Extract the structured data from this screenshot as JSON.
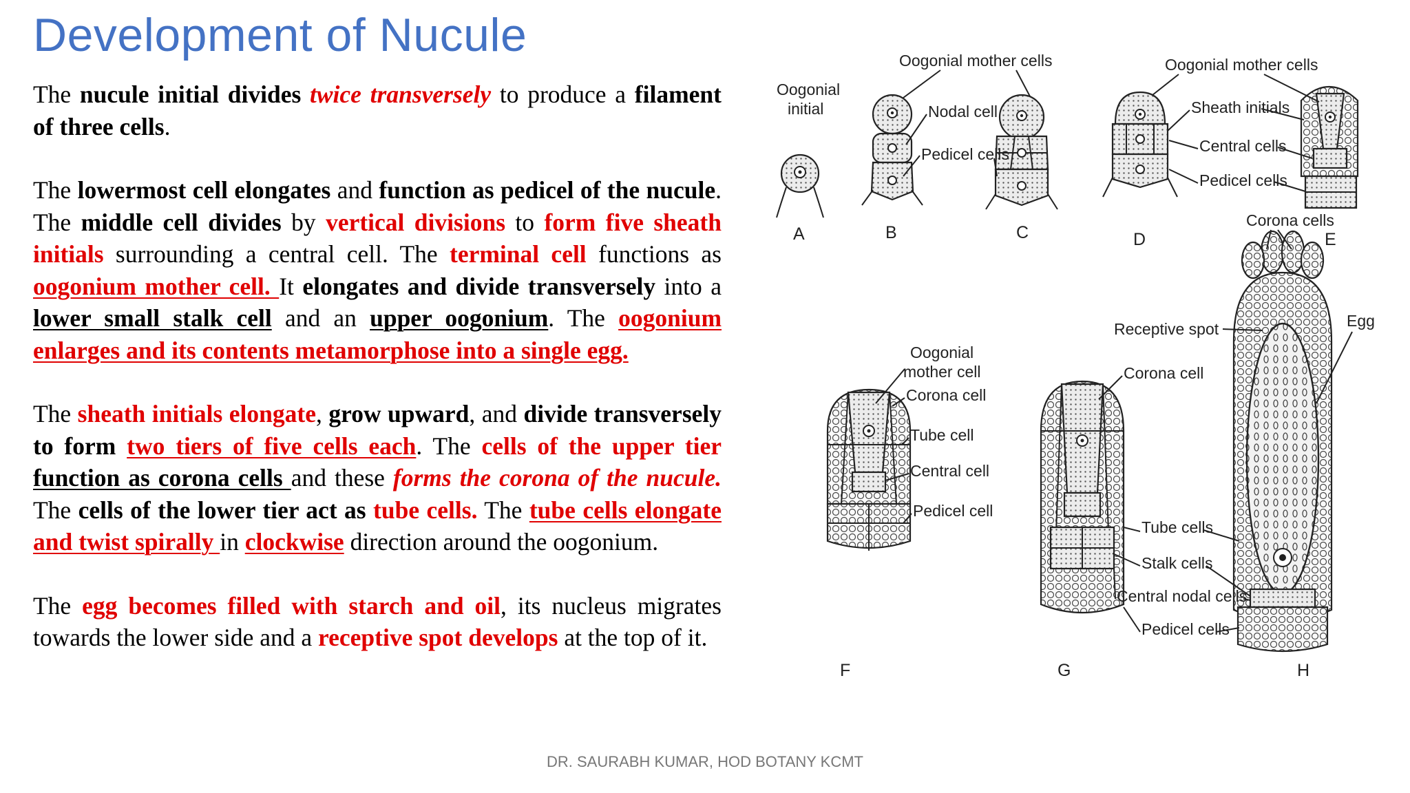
{
  "title": "Development of Nucule",
  "paragraphs": [
    [
      {
        "t": "The ",
        "s": ""
      },
      {
        "t": "nucule initial divides",
        "s": "b"
      },
      {
        "t": " ",
        "s": ""
      },
      {
        "t": "twice transversely",
        "s": "b r i"
      },
      {
        "t": " to produce a ",
        "s": ""
      },
      {
        "t": "filament of three cells",
        "s": "b"
      },
      {
        "t": ".",
        "s": ""
      }
    ],
    [
      {
        "t": "The ",
        "s": ""
      },
      {
        "t": "lowermost cell elongates",
        "s": "b"
      },
      {
        "t": " and ",
        "s": ""
      },
      {
        "t": "function as pedicel of the nucule",
        "s": "b"
      },
      {
        "t": ". The ",
        "s": ""
      },
      {
        "t": "middle cell divides",
        "s": "b"
      },
      {
        "t": " by ",
        "s": ""
      },
      {
        "t": "vertical divisions",
        "s": "b r"
      },
      {
        "t": " to ",
        "s": ""
      },
      {
        "t": "form five sheath initials",
        "s": "b r"
      },
      {
        "t": " surrounding a central cell. The ",
        "s": ""
      },
      {
        "t": "terminal cell",
        "s": "b r"
      },
      {
        "t": " functions as ",
        "s": ""
      },
      {
        "t": "oogonium mother cell. ",
        "s": "b r u"
      },
      {
        "t": "It ",
        "s": ""
      },
      {
        "t": "elongates and divide transversely",
        "s": "b"
      },
      {
        "t": " into a ",
        "s": ""
      },
      {
        "t": "lower small stalk cell",
        "s": "b u"
      },
      {
        "t": " and an ",
        "s": ""
      },
      {
        "t": "upper oogonium",
        "s": "b u"
      },
      {
        "t": ". The ",
        "s": ""
      },
      {
        "t": "oogonium enlarges and its contents metamorphose into a single egg.",
        "s": "b r u"
      }
    ],
    [
      {
        "t": "The ",
        "s": ""
      },
      {
        "t": "sheath initials elongate",
        "s": "b r"
      },
      {
        "t": ", ",
        "s": ""
      },
      {
        "t": "grow upward",
        "s": "b"
      },
      {
        "t": ", and ",
        "s": ""
      },
      {
        "t": "divide transversely to form",
        "s": "b"
      },
      {
        "t": " ",
        "s": ""
      },
      {
        "t": "two tiers of five cells each",
        "s": "b r u"
      },
      {
        "t": ". The ",
        "s": ""
      },
      {
        "t": "cells of the upper tier",
        "s": "b r"
      },
      {
        "t": " ",
        "s": ""
      },
      {
        "t": "function as corona cells ",
        "s": "b u"
      },
      {
        "t": "and these ",
        "s": ""
      },
      {
        "t": "forms the corona of the nucule.",
        "s": "b r i"
      },
      {
        "t": " The ",
        "s": ""
      },
      {
        "t": "cells of the lower tier act as",
        "s": "b"
      },
      {
        "t": " ",
        "s": ""
      },
      {
        "t": "tube cells.",
        "s": "b r"
      },
      {
        "t": " The ",
        "s": ""
      },
      {
        "t": "tube cells elongate and twist spirally ",
        "s": "b r u"
      },
      {
        "t": "in ",
        "s": ""
      },
      {
        "t": "clockwise",
        "s": "b r u"
      },
      {
        "t": " direction around the oogonium.",
        "s": ""
      }
    ],
    [
      {
        "t": "The ",
        "s": ""
      },
      {
        "t": "egg becomes filled with starch and oil",
        "s": "b r"
      },
      {
        "t": ", its nucleus migrates towards the lower side and a ",
        "s": ""
      },
      {
        "t": "receptive spot develops",
        "s": "b r"
      },
      {
        "t": " at the top of it.",
        "s": ""
      }
    ]
  ],
  "footer": "DR. SAURABH KUMAR, HOD BOTANY KCMT",
  "figure": {
    "labels": {
      "oogonial_initial_1": "Oogonial",
      "oogonial_initial_2": "initial",
      "oogonial_mother_cells_bc": "Oogonial mother cells",
      "nodal_cell": "Nodal cell",
      "pedicel_cells_bc": "Pedicel cells",
      "oogonial_mother_cells_de": "Oogonial mother cells",
      "sheath_initials": "Sheath initials",
      "central_cells": "Central cells",
      "pedicel_cells_de": "Pedicel cells",
      "oogonial_mother_cell_f_1": "Oogonial",
      "oogonial_mother_cell_f_2": "mother cell",
      "corona_cell_f": "Corona cell",
      "tube_cell": "Tube cell",
      "central_cell": "Central cell",
      "pedicel_cell": "Pedicel cell",
      "corona_cell_g": "Corona  cell",
      "corona_cells": "Corona cells",
      "receptive_spot": "Receptive spot",
      "egg": "Egg",
      "tube_cells": "Tube cells",
      "stalk_cells": "Stalk cells",
      "central_nodal_cells": "Central nodal cells",
      "pedicel_cells_h": "Pedicel cells"
    },
    "stage_letters": [
      "A",
      "B",
      "C",
      "D",
      "E",
      "F",
      "G",
      "H"
    ]
  }
}
